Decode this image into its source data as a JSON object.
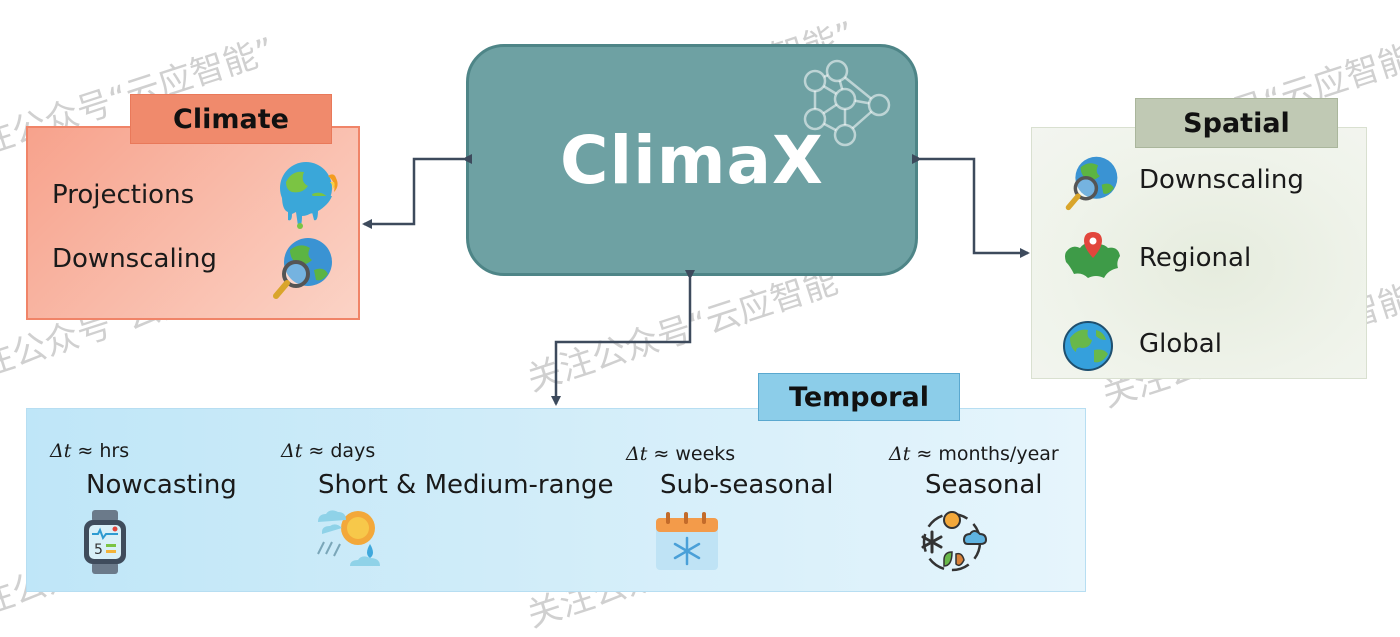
{
  "center": {
    "title": "ClimaX"
  },
  "climate": {
    "header": "Climate",
    "items": [
      {
        "label": "Projections",
        "icon": "melting-earth-icon"
      },
      {
        "label": "Downscaling",
        "icon": "earth-magnifier-icon"
      }
    ]
  },
  "spatial": {
    "header": "Spatial",
    "items": [
      {
        "label": "Downscaling",
        "icon": "earth-magnifier-icon"
      },
      {
        "label": "Regional",
        "icon": "map-pin-icon"
      },
      {
        "label": "Global",
        "icon": "globe-icon"
      }
    ]
  },
  "temporal": {
    "header": "Temporal",
    "items": [
      {
        "dt_symbol": "Δt",
        "dt_value": "≈ hrs",
        "label": "Nowcasting",
        "icon": "smartwatch-icon"
      },
      {
        "dt_symbol": "Δt",
        "dt_value": "≈ days",
        "label": "Short & Medium-range",
        "icon": "weather-sun-rain-icon"
      },
      {
        "dt_symbol": "Δt",
        "dt_value": "≈ weeks",
        "label": "Sub-seasonal",
        "icon": "calendar-snowflake-icon"
      },
      {
        "dt_symbol": "Δt",
        "dt_value": "≈ months/year",
        "label": "Seasonal",
        "icon": "four-seasons-icon"
      }
    ]
  },
  "watermark": {
    "text": "关注公众号“云应智能”"
  },
  "colors": {
    "climax_fill": "#6ea1a3",
    "climate_header": "#f08a6c",
    "spatial_header": "#c0c9b4",
    "temporal_header": "#8ccde9",
    "arrow": "#3d4a5c"
  }
}
